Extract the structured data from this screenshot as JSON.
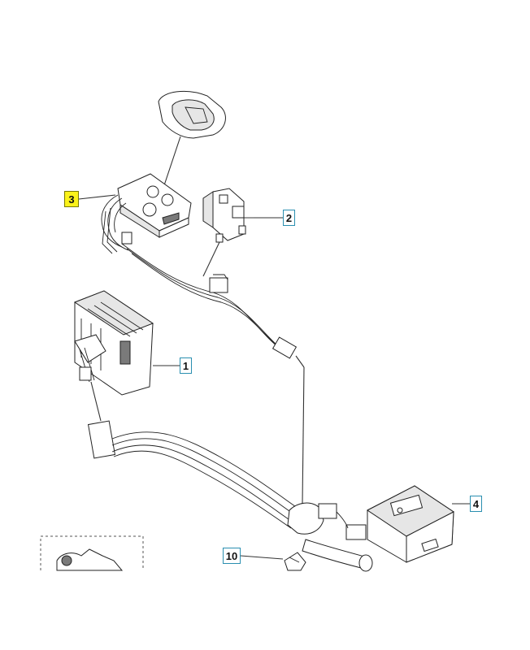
{
  "callouts": [
    {
      "id": "3",
      "label": "3",
      "highlighted": true
    },
    {
      "id": "2",
      "label": "2",
      "highlighted": false
    },
    {
      "id": "1",
      "label": "1",
      "highlighted": false
    },
    {
      "id": "4",
      "label": "4",
      "highlighted": false
    },
    {
      "id": "10",
      "label": "10",
      "highlighted": false
    }
  ],
  "colors": {
    "highlight": "#fbf21a",
    "callout_border": "#2a8fb0",
    "line": "#333333"
  }
}
